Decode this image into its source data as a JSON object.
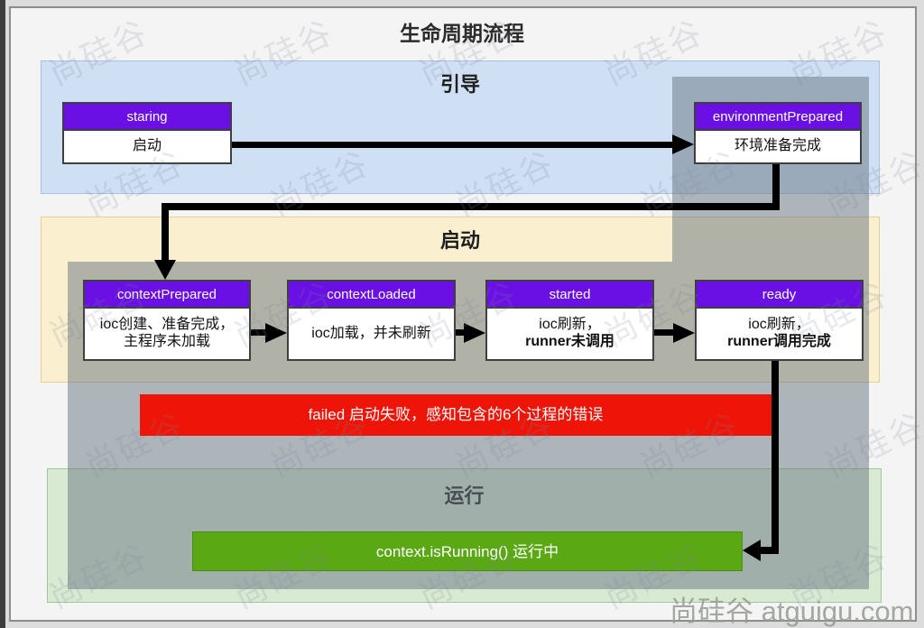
{
  "title": "生命周期流程",
  "watermark": {
    "tile_text": "尚硅谷",
    "brand_text": "尚硅谷 atguigu.com"
  },
  "sections": {
    "bootstrap": {
      "label": "引导",
      "staring": {
        "title": "staring",
        "desc": "启动"
      },
      "environment_prepared": {
        "title": "environmentPrepared",
        "desc": "环境准备完成"
      }
    },
    "startup": {
      "label": "启动",
      "nodes": [
        {
          "title": "contextPrepared",
          "line1": "ioc创建、准备完成，",
          "line2": "主程序未加载"
        },
        {
          "title": "contextLoaded",
          "line1": "ioc加载，并未刷新",
          "line2": ""
        },
        {
          "title": "started",
          "line1": "ioc刷新，",
          "line2": "runner未调用"
        },
        {
          "title": "ready",
          "line1": "ioc刷新，",
          "line2": "runner调用完成"
        }
      ],
      "failed_banner": "failed  启动失败，感知包含的6个过程的错误"
    },
    "running": {
      "label": "运行",
      "bar_text": "context.isRunning()  运行中"
    }
  },
  "colors": {
    "node_header_purple": "#6a10e4",
    "failed_red": "#ee1408",
    "running_green": "#5ba815",
    "bootstrap_bg": "#cfe0f5",
    "startup_bg": "#faefce",
    "running_bg": "#d9ead3",
    "overlay_gray": "rgba(108,120,132,0.52)",
    "arrow_black": "#000000"
  }
}
